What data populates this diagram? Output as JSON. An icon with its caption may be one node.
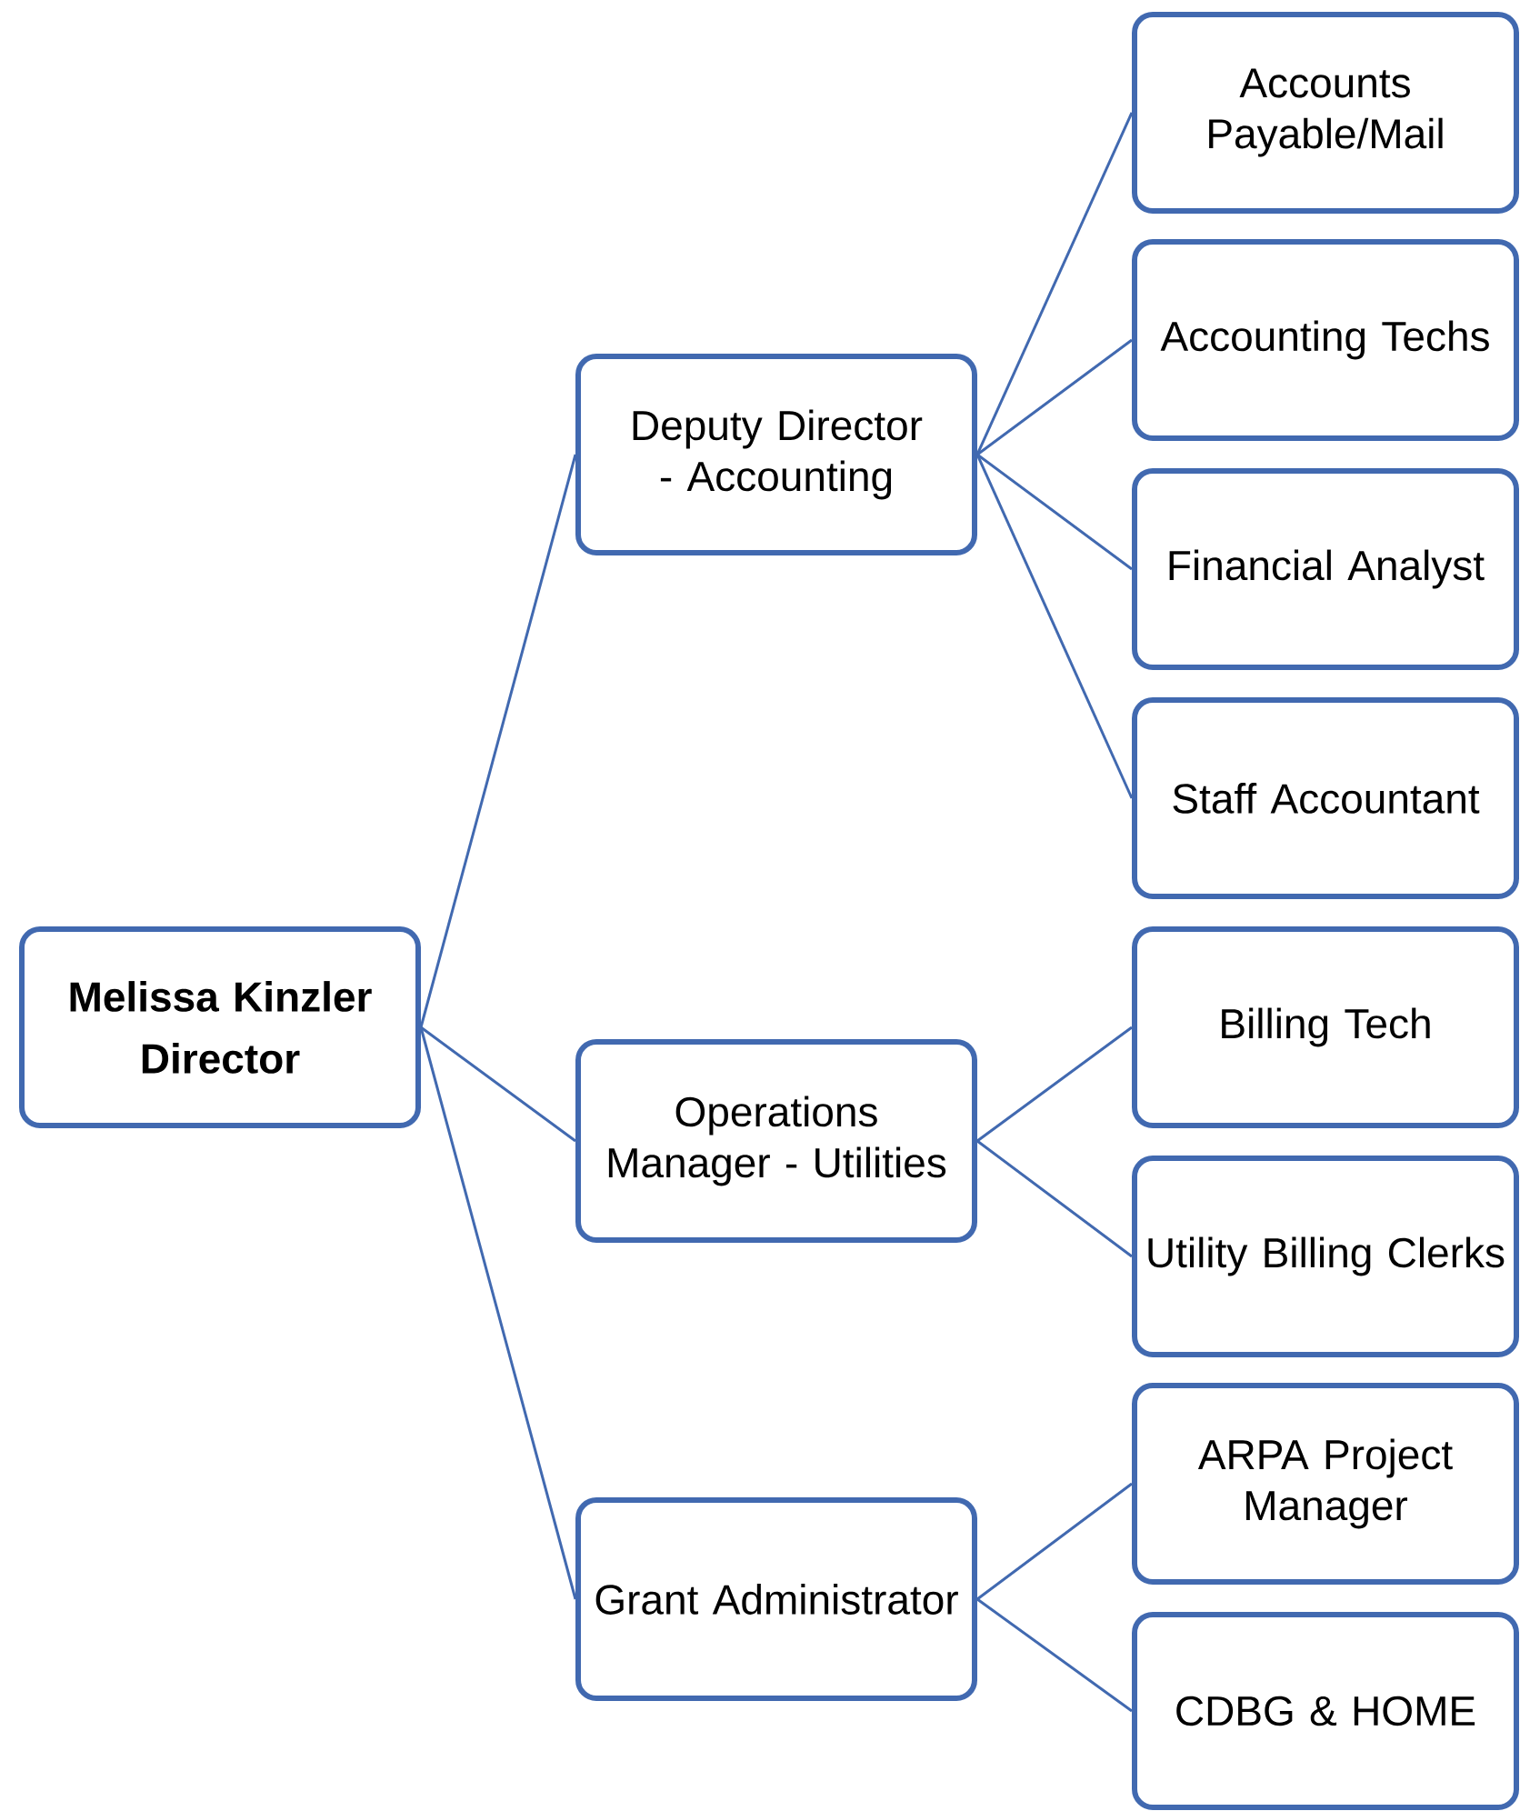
{
  "diagram": {
    "nodes": [
      {
        "text": [
          "Melissa Kinzler",
          "Director"
        ]
      },
      {
        "text": [
          "Deputy Director - Accounting"
        ]
      },
      {
        "text": [
          "Operations Manager - Utilities"
        ]
      },
      {
        "text": [
          "Grant Administrator"
        ]
      },
      {
        "text": [
          "Accounts Payable/Mail"
        ]
      },
      {
        "text": [
          "Accounting Techs"
        ]
      },
      {
        "text": [
          "Financial Analyst"
        ]
      },
      {
        "text": [
          "Staff Accountant"
        ]
      },
      {
        "text": [
          "Billing Tech"
        ]
      },
      {
        "text": [
          "Utility Billing Clerks"
        ]
      },
      {
        "text": [
          "ARPA Project Manager"
        ]
      },
      {
        "text": [
          "CDBG & HOME"
        ]
      }
    ],
    "edges": [
      {
        "from": 0,
        "to": 1,
        "arrow": "none"
      },
      {
        "from": 0,
        "to": 2,
        "arrow": "none"
      },
      {
        "from": 0,
        "to": 3,
        "arrow": "none"
      },
      {
        "from": 1,
        "to": 4,
        "arrow": "none"
      },
      {
        "from": 1,
        "to": 5,
        "arrow": "none"
      },
      {
        "from": 1,
        "to": 6,
        "arrow": "none"
      },
      {
        "from": 1,
        "to": 7,
        "arrow": "none"
      },
      {
        "from": 2,
        "to": 8,
        "arrow": "none"
      },
      {
        "from": 2,
        "to": 9,
        "arrow": "none"
      },
      {
        "from": 3,
        "to": 10,
        "arrow": "none"
      },
      {
        "from": 3,
        "to": 11,
        "arrow": "none"
      }
    ]
  }
}
